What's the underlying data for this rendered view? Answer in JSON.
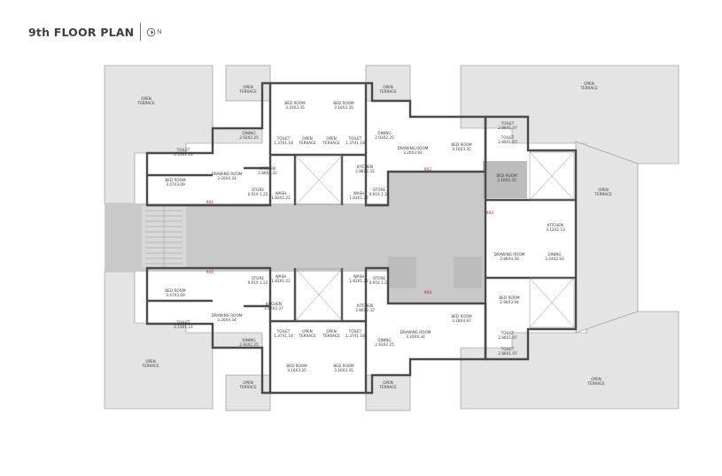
{
  "title": "9th FLOOR PLAN",
  "compass_label": "N",
  "units": [
    "901",
    "902",
    "903",
    "904",
    "905"
  ],
  "rooms": [
    {
      "id": "ot-nw",
      "name": "OPEN TERRACE",
      "size": ""
    },
    {
      "id": "ot-n1",
      "name": "OPEN TERRACE",
      "size": ""
    },
    {
      "id": "ot-n2",
      "name": "OPEN TERRACE",
      "size": ""
    },
    {
      "id": "ot-ne",
      "name": "OPEN TERRACE",
      "size": ""
    },
    {
      "id": "ot-e",
      "name": "OPEN TERRACE",
      "size": ""
    },
    {
      "id": "ot-sw",
      "name": "OPEN TERRACE",
      "size": ""
    },
    {
      "id": "ot-s1",
      "name": "OPEN TERRACE",
      "size": ""
    },
    {
      "id": "ot-s2",
      "name": "OPEN TERRACE",
      "size": ""
    },
    {
      "id": "ot-se",
      "name": "OPEN TERRACE",
      "size": ""
    },
    {
      "id": "opt-n1",
      "name": "OPEN TERRACE",
      "size": ""
    },
    {
      "id": "opt-n2",
      "name": "OPEN TERRACE",
      "size": ""
    },
    {
      "id": "opt-s1",
      "name": "OPEN TERRACE",
      "size": ""
    },
    {
      "id": "opt-s2",
      "name": "OPEN TERRACE",
      "size": ""
    },
    {
      "id": "bed-n1",
      "name": "BED ROOM",
      "size": "3.16X3.35"
    },
    {
      "id": "bed-n2",
      "name": "BED ROOM",
      "size": "3.16X3.35"
    },
    {
      "id": "bed-w1",
      "name": "BED ROOM",
      "size": "3.47X3.09"
    },
    {
      "id": "bed-w2",
      "name": "BED ROOM",
      "size": "3.47X3.09"
    },
    {
      "id": "bed-s1",
      "name": "BED ROOM",
      "size": "3.16X3.35"
    },
    {
      "id": "bed-s2",
      "name": "BED ROOM",
      "size": "3.16X3.35"
    },
    {
      "id": "bed-902",
      "name": "BED ROOM",
      "size": "3.16X3.35"
    },
    {
      "id": "bed-903a",
      "name": "BED ROOM",
      "size": "3.16X3.35"
    },
    {
      "id": "bed-903b",
      "name": "BED ROOM",
      "size": "2.96X3.94"
    },
    {
      "id": "bed-904",
      "name": "BED ROOM",
      "size": "3.28X4.97"
    },
    {
      "id": "din-n1",
      "name": "DINING",
      "size": "2.93X2.25"
    },
    {
      "id": "din-n2",
      "name": "DINING",
      "size": "2.93X2.25"
    },
    {
      "id": "din-s1",
      "name": "DINING",
      "size": "2.93X2.25"
    },
    {
      "id": "din-s2",
      "name": "DINING",
      "size": "2.93X2.25"
    },
    {
      "id": "din-903",
      "name": "DINING",
      "size": "3.24X2.92"
    },
    {
      "id": "toi-w1",
      "name": "TOILET",
      "size": "2.13X1.14"
    },
    {
      "id": "toi-w2",
      "name": "TOILET",
      "size": "2.13X1.14"
    },
    {
      "id": "toi-n1",
      "name": "TOILET",
      "size": "1.37X1.18"
    },
    {
      "id": "toi-n2",
      "name": "TOILET",
      "size": "1.37X1.18"
    },
    {
      "id": "toi-s1",
      "name": "TOILET",
      "size": "1.37X1.18"
    },
    {
      "id": "toi-s2",
      "name": "TOILET",
      "size": "1.37X1.18"
    },
    {
      "id": "toi-e1",
      "name": "TOILET",
      "size": "2.86X1.07"
    },
    {
      "id": "toi-e2",
      "name": "TOILET",
      "size": "2.86X1.07"
    },
    {
      "id": "toi-e3",
      "name": "TOILET",
      "size": "2.86X1.07"
    },
    {
      "id": "toi-e4",
      "name": "TOILET",
      "size": "2.86X1.07"
    },
    {
      "id": "opn-n1",
      "name": "OPEN TERRACE",
      "size": ""
    },
    {
      "id": "opn-n2",
      "name": "OPEN TERRACE",
      "size": ""
    },
    {
      "id": "opn-s1",
      "name": "OPEN TERRACE",
      "size": ""
    },
    {
      "id": "opn-s2",
      "name": "OPEN TERRACE",
      "size": ""
    },
    {
      "id": "kit-n1",
      "name": "KITCHEN",
      "size": "2.86X2.32"
    },
    {
      "id": "kit-n2",
      "name": "KITCHEN",
      "size": "2.86X2.32"
    },
    {
      "id": "kit-s1",
      "name": "KITCHEN",
      "size": "2.86X2.37"
    },
    {
      "id": "kit-s2",
      "name": "KITCHEN",
      "size": "2.86X2.32"
    },
    {
      "id": "kit-903",
      "name": "KITCHEN",
      "size": "3.12X2.13"
    },
    {
      "id": "dr-901",
      "name": "DRAWING ROOM",
      "size": "3.20X4.34"
    },
    {
      "id": "dr-902",
      "name": "DRAWING ROOM",
      "size": "3.20X3.92"
    },
    {
      "id": "dr-903",
      "name": "DRAWING ROOM",
      "size": "2.86X4.36"
    },
    {
      "id": "dr-904",
      "name": "DRAWING ROOM",
      "size": "3.20X4.34"
    },
    {
      "id": "dr-905",
      "name": "DRAWING ROOM",
      "size": "3.20X4.34"
    },
    {
      "id": "st-n1",
      "name": "STORE",
      "size": "0.91X 1.22"
    },
    {
      "id": "st-n2",
      "name": "STORE",
      "size": "0.91X 1.22"
    },
    {
      "id": "st-s1",
      "name": "STORE",
      "size": "0.91X 1.22"
    },
    {
      "id": "st-s2",
      "name": "STORE",
      "size": "0.91X 1.22"
    },
    {
      "id": "wa-n1",
      "name": "WASH",
      "size": "1.83X1.22"
    },
    {
      "id": "wa-n2",
      "name": "WASH",
      "size": "1.83X1.22"
    },
    {
      "id": "wa-s1",
      "name": "WASH",
      "size": "1.83X1.22"
    },
    {
      "id": "wa-s2",
      "name": "WASH",
      "size": "1.83X1.22"
    }
  ]
}
